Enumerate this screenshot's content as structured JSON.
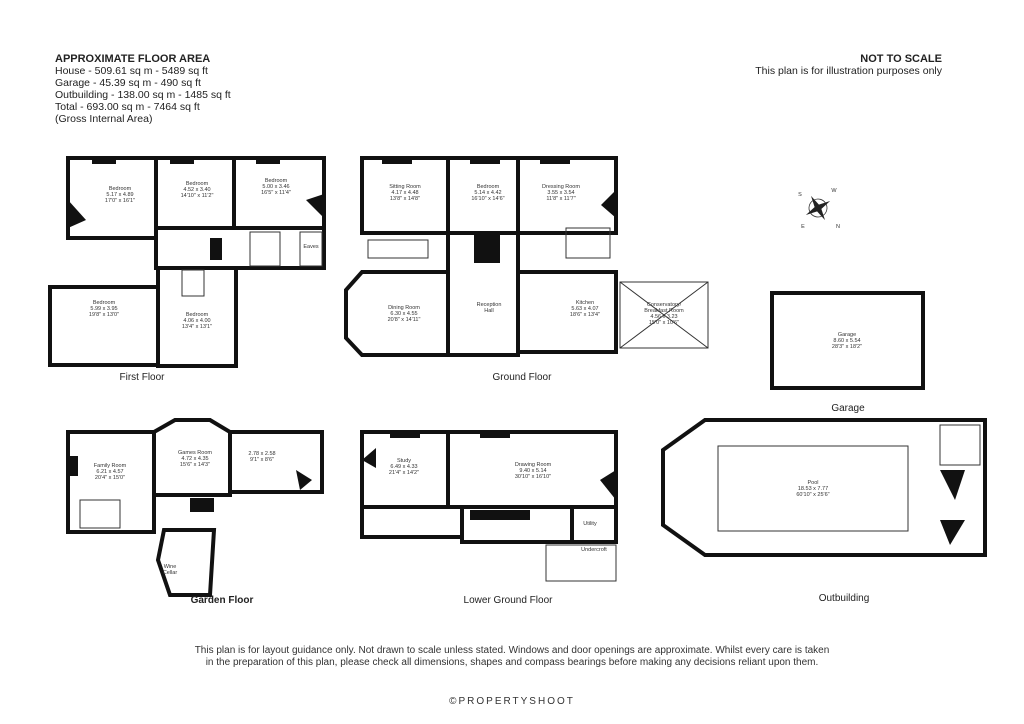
{
  "area": {
    "title": "APPROXIMATE FLOOR AREA",
    "lines": [
      "House - 509.61 sq m - 5489 sq ft",
      "Garage - 45.39 sq m - 490 sq ft",
      "Outbuilding - 138.00 sq m - 1485 sq ft",
      "Total - 693.00 sq m - 7464 sq ft",
      "(Gross Internal Area)"
    ]
  },
  "scale": {
    "title": "NOT TO SCALE",
    "note": "This plan is for illustration purposes only"
  },
  "floors": {
    "first": "First Floor",
    "ground": "Ground Floor",
    "garage": "Garage",
    "garden": "Garden Floor",
    "lower": "Lower Ground Floor",
    "outbuilding": "Outbuilding"
  },
  "rooms": {
    "ff_bed1": [
      "Bedroom",
      "5.17 x 4.89",
      "17'0\" x 16'1\""
    ],
    "ff_bed2": [
      "Bedroom",
      "4.52 x 3.40",
      "14'10\" x 11'2\""
    ],
    "ff_bed3": [
      "Bedroom",
      "5.00 x 3.46",
      "16'5\" x 11'4\""
    ],
    "ff_eaves": [
      "Eaves"
    ],
    "ff_bed4": [
      "Bedroom",
      "5.99 x 3.95",
      "19'8\" x 13'0\""
    ],
    "ff_bed5": [
      "Bedroom",
      "4.06 x 4.00",
      "13'4\" x 13'1\""
    ],
    "gf_sitting": [
      "Sitting Room",
      "4.17 x 4.48",
      "13'8\" x 14'8\""
    ],
    "gf_bed": [
      "Bedroom",
      "5.14 x 4.42",
      "16'10\" x 14'6\""
    ],
    "gf_dressing": [
      "Dressing Room",
      "3.55 x 3.54",
      "11'8\" x 11'7\""
    ],
    "gf_dining": [
      "Dining Room",
      "6.30 x 4.55",
      "20'8\" x 14'11\""
    ],
    "gf_reception": [
      "Reception",
      "Hall"
    ],
    "gf_kitchen": [
      "Kitchen",
      "5.63 x 4.07",
      "18'6\" x 13'4\""
    ],
    "gf_conserv": [
      "Conservatory/",
      "Breakfast Room",
      "4.56 x 3.23",
      "15'0\" x 10'6\""
    ],
    "garage": [
      "Garage",
      "8.60 x 5.54",
      "28'3\" x 18'2\""
    ],
    "gd_family": [
      "Family Room",
      "6.21 x 4.57",
      "20'4\" x 15'0\""
    ],
    "gd_games": [
      "Games Room",
      "4.72 x 4.35",
      "15'6\" x 14'3\""
    ],
    "gd_room": [
      "2.78 x 2.58",
      "9'1\" x 8'6\""
    ],
    "gd_wine": [
      "Wine",
      "Cellar"
    ],
    "lg_study": [
      "Study",
      "6.49 x 4.33",
      "21'4\" x 14'2\""
    ],
    "lg_drawing": [
      "Drawing Room",
      "9.40 x 5.14",
      "30'10\" x 16'10\""
    ],
    "lg_utility": [
      "Utility"
    ],
    "lg_undercroft": [
      "Undercroft"
    ],
    "pool": [
      "Pool",
      "18.53 x 7.77",
      "60'10\" x 25'6\""
    ]
  },
  "compass": {
    "n": "N",
    "s": "S",
    "e": "E",
    "w": "W"
  },
  "disclaimer": [
    "This plan is for layout guidance only. Not drawn to scale unless stated. Windows and door openings are approximate. Whilst every care is taken",
    "in the preparation of this plan, please check all dimensions, shapes and compass bearings before making any decisions reliant upon them."
  ],
  "brand": "©PROPERTYSHOOT"
}
